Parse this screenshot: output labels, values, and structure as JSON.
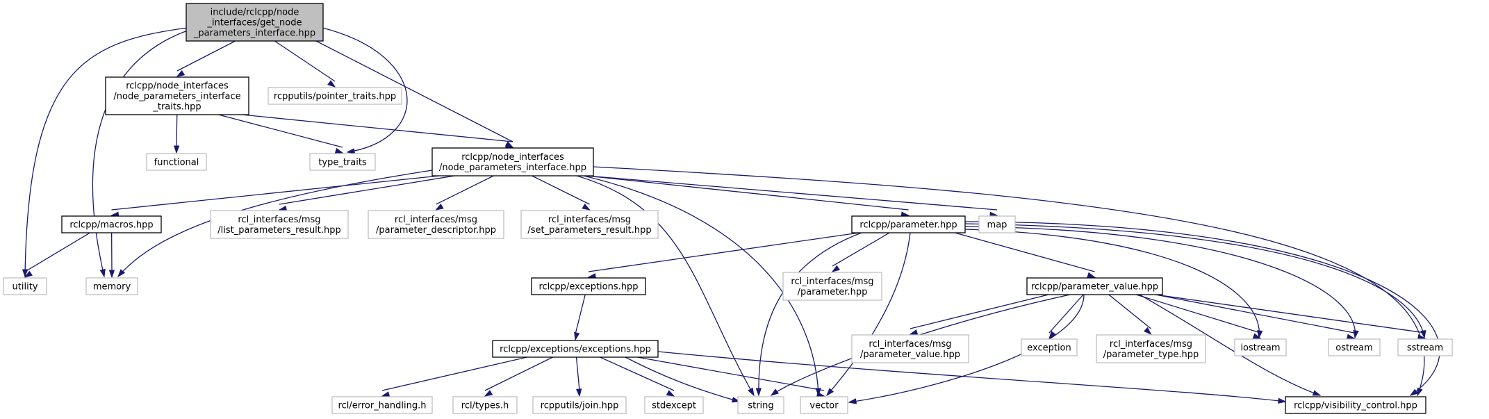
{
  "colors": {
    "edge": "#191970",
    "root_fill": "#bfbfbf",
    "project_border": "#000000",
    "external_border": "#bfbfbf",
    "background": "#ffffff"
  },
  "nodes": {
    "root": {
      "lines": [
        "include/rclcpp/node",
        "_interfaces/get_node",
        "_parameters_interface.hpp"
      ],
      "kind": "root"
    },
    "traits": {
      "lines": [
        "rclcpp/node_interfaces",
        "/node_parameters_interface",
        "_traits.hpp"
      ],
      "kind": "project"
    },
    "pointer_traits": {
      "lines": [
        "rcpputils/pointer_traits.hpp"
      ],
      "kind": "external"
    },
    "functional": {
      "lines": [
        "functional"
      ],
      "kind": "external"
    },
    "type_traits": {
      "lines": [
        "type_traits"
      ],
      "kind": "external"
    },
    "npi": {
      "lines": [
        "rclcpp/node_interfaces",
        "/node_parameters_interface.hpp"
      ],
      "kind": "project"
    },
    "macros": {
      "lines": [
        "rclcpp/macros.hpp"
      ],
      "kind": "project"
    },
    "list_params": {
      "lines": [
        "rcl_interfaces/msg",
        "/list_parameters_result.hpp"
      ],
      "kind": "external"
    },
    "param_desc": {
      "lines": [
        "rcl_interfaces/msg",
        "/parameter_descriptor.hpp"
      ],
      "kind": "external"
    },
    "set_params": {
      "lines": [
        "rcl_interfaces/msg",
        "/set_parameters_result.hpp"
      ],
      "kind": "external"
    },
    "parameter": {
      "lines": [
        "rclcpp/parameter.hpp"
      ],
      "kind": "project"
    },
    "map": {
      "lines": [
        "map"
      ],
      "kind": "external"
    },
    "utility": {
      "lines": [
        "utility"
      ],
      "kind": "external"
    },
    "memory": {
      "lines": [
        "memory"
      ],
      "kind": "external"
    },
    "exceptions": {
      "lines": [
        "rclcpp/exceptions.hpp"
      ],
      "kind": "project"
    },
    "msg_param": {
      "lines": [
        "rcl_interfaces/msg",
        "/parameter.hpp"
      ],
      "kind": "external"
    },
    "param_value": {
      "lines": [
        "rclcpp/parameter_value.hpp"
      ],
      "kind": "project"
    },
    "exc_exc": {
      "lines": [
        "rclcpp/exceptions/exceptions.hpp"
      ],
      "kind": "project"
    },
    "msg_param_value": {
      "lines": [
        "rcl_interfaces/msg",
        "/parameter_value.hpp"
      ],
      "kind": "external"
    },
    "exception": {
      "lines": [
        "exception"
      ],
      "kind": "external"
    },
    "msg_param_type": {
      "lines": [
        "rcl_interfaces/msg",
        "/parameter_type.hpp"
      ],
      "kind": "external"
    },
    "iostream": {
      "lines": [
        "iostream"
      ],
      "kind": "external"
    },
    "ostream": {
      "lines": [
        "ostream"
      ],
      "kind": "external"
    },
    "sstream": {
      "lines": [
        "sstream"
      ],
      "kind": "external"
    },
    "error_handling": {
      "lines": [
        "rcl/error_handling.h"
      ],
      "kind": "external"
    },
    "types": {
      "lines": [
        "rcl/types.h"
      ],
      "kind": "external"
    },
    "join": {
      "lines": [
        "rcpputils/join.hpp"
      ],
      "kind": "external"
    },
    "stdexcept": {
      "lines": [
        "stdexcept"
      ],
      "kind": "external"
    },
    "string": {
      "lines": [
        "string"
      ],
      "kind": "external"
    },
    "vector": {
      "lines": [
        "vector"
      ],
      "kind": "external"
    },
    "visibility": {
      "lines": [
        "rclcpp/visibility_control.hpp"
      ],
      "kind": "project"
    }
  },
  "edges": [
    [
      "root",
      "traits"
    ],
    [
      "root",
      "pointer_traits"
    ],
    [
      "root",
      "type_traits"
    ],
    [
      "root",
      "npi"
    ],
    [
      "root",
      "utility"
    ],
    [
      "root",
      "memory"
    ],
    [
      "traits",
      "functional"
    ],
    [
      "traits",
      "type_traits"
    ],
    [
      "traits",
      "npi"
    ],
    [
      "npi",
      "macros"
    ],
    [
      "npi",
      "list_params"
    ],
    [
      "npi",
      "param_desc"
    ],
    [
      "npi",
      "set_params"
    ],
    [
      "npi",
      "parameter"
    ],
    [
      "npi",
      "map"
    ],
    [
      "npi",
      "memory"
    ],
    [
      "npi",
      "string"
    ],
    [
      "npi",
      "vector"
    ],
    [
      "npi",
      "visibility"
    ],
    [
      "macros",
      "utility"
    ],
    [
      "macros",
      "memory"
    ],
    [
      "parameter",
      "exceptions"
    ],
    [
      "parameter",
      "msg_param"
    ],
    [
      "parameter",
      "param_value"
    ],
    [
      "parameter",
      "string"
    ],
    [
      "parameter",
      "vector"
    ],
    [
      "parameter",
      "iostream"
    ],
    [
      "parameter",
      "ostream"
    ],
    [
      "parameter",
      "sstream"
    ],
    [
      "parameter",
      "visibility"
    ],
    [
      "exceptions",
      "exc_exc"
    ],
    [
      "exc_exc",
      "error_handling"
    ],
    [
      "exc_exc",
      "types"
    ],
    [
      "exc_exc",
      "join"
    ],
    [
      "exc_exc",
      "stdexcept"
    ],
    [
      "exc_exc",
      "string"
    ],
    [
      "exc_exc",
      "vector"
    ],
    [
      "exc_exc",
      "visibility"
    ],
    [
      "param_value",
      "msg_param_value"
    ],
    [
      "param_value",
      "exception"
    ],
    [
      "param_value",
      "msg_param_type"
    ],
    [
      "param_value",
      "iostream"
    ],
    [
      "param_value",
      "ostream"
    ],
    [
      "param_value",
      "sstream"
    ],
    [
      "param_value",
      "string"
    ],
    [
      "param_value",
      "vector"
    ],
    [
      "param_value",
      "visibility"
    ]
  ]
}
